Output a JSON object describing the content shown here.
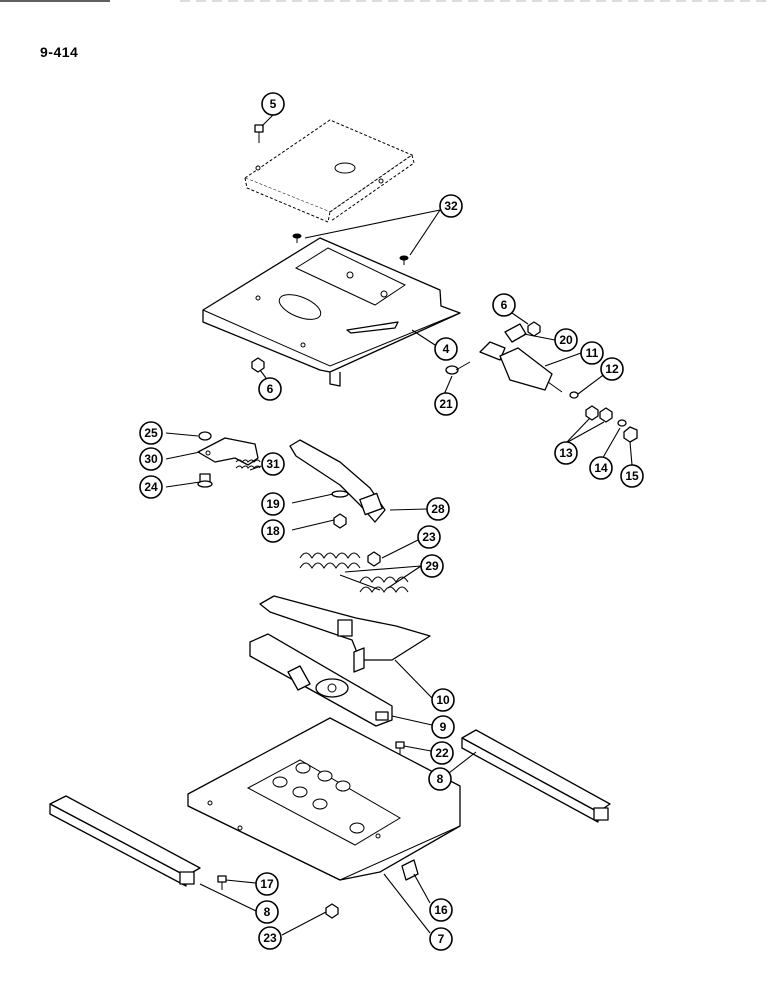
{
  "page_number": "9-414",
  "callouts": [
    "5",
    "32",
    "4",
    "6",
    "6",
    "20",
    "11",
    "21",
    "12",
    "13",
    "14",
    "15",
    "25",
    "30",
    "24",
    "31",
    "19",
    "18",
    "28",
    "23",
    "29",
    "10",
    "9",
    "22",
    "8",
    "8",
    "17",
    "23",
    "16",
    "7"
  ]
}
